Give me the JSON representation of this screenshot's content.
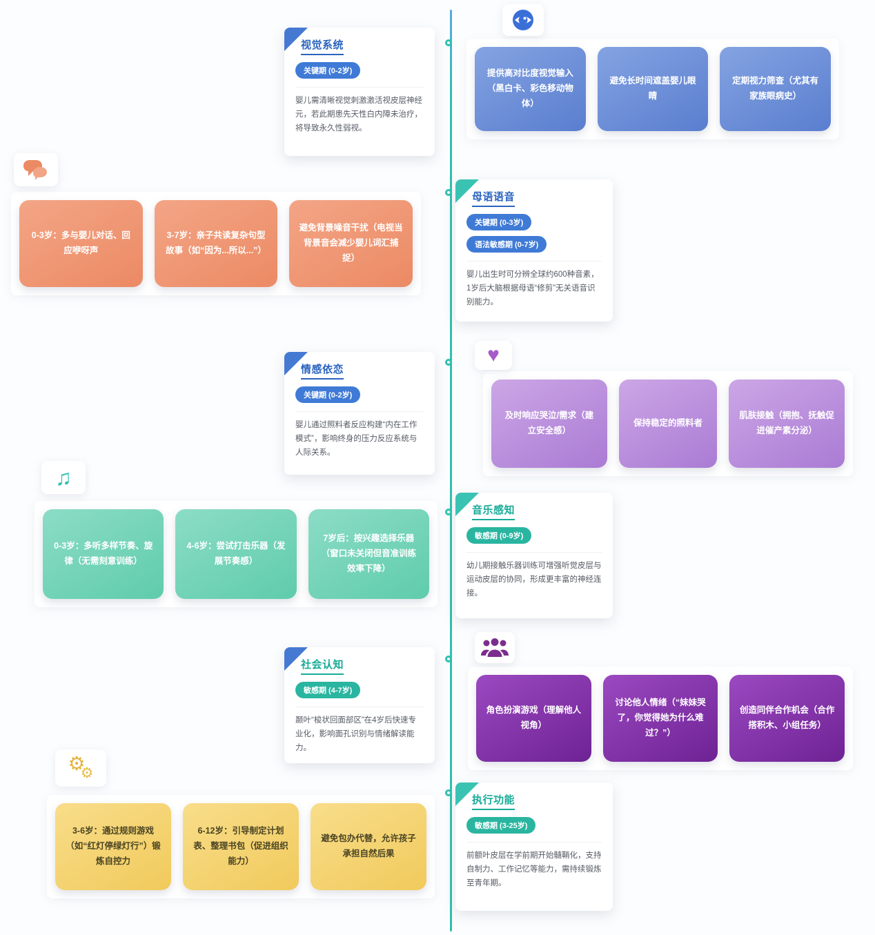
{
  "page": {
    "background": "#fcfdfe"
  },
  "timeline": {
    "line_color": "#2fc0af",
    "node_border_color": "#2fc0af"
  },
  "theme_colors": {
    "blue": "#3f7ad6",
    "teal": "#2ab5a0",
    "orange": "#ec8a64",
    "light_purple": "#aa7bd4",
    "dark_purple": "#7b2d8e",
    "yellow": "#f1ca5c"
  },
  "sections": [
    {
      "title": "视觉系统",
      "side": "left",
      "icon": "eye-icon",
      "badges": [
        {
          "label": "关键期 (0-2岁)",
          "color": "#3f7ad6"
        }
      ],
      "description": "婴儿需清晰视觉刺激激活视皮层神经元，若此期患先天性白内障未治疗，将导致永久性弱视。",
      "tips": [
        "提供高对比度视觉输入（黑白卡、彩色移动物体）",
        "避免长时间遮盖婴儿眼睛",
        "定期视力筛查（尤其有家族眼病史）"
      ]
    },
    {
      "title": "母语语音",
      "side": "right",
      "icon": "chat-bubbles-icon",
      "badges": [
        {
          "label": "关键期 (0-3岁)",
          "color": "#3f7ad6"
        },
        {
          "label": "语法敏感期 (0-7岁)",
          "color": "#3f7ad6"
        }
      ],
      "description": "婴儿出生时可分辨全球约600种音素，1岁后大脑根据母语“修剪”无关语音识别能力。",
      "tips": [
        "0-3岁：多与婴儿对话、回应咿呀声",
        "3-7岁：亲子共读复杂句型故事（如“因为...所以...”）",
        "避免背景噪音干扰（电视当背景音会减少婴儿词汇捕捉）"
      ]
    },
    {
      "title": "情感依恋",
      "side": "left",
      "icon": "heart-icon",
      "badges": [
        {
          "label": "关键期 (0-2岁)",
          "color": "#3f7ad6"
        }
      ],
      "description": "婴儿通过照料者反应构建“内在工作模式”，影响终身的压力反应系统与人际关系。",
      "tips": [
        "及时响应哭泣/需求（建立安全感）",
        "保持稳定的照料者",
        "肌肤接触（拥抱、抚触促进催产素分泌）"
      ]
    },
    {
      "title": "音乐感知",
      "side": "right",
      "icon": "music-note-icon",
      "badges": [
        {
          "label": "敏感期 (0-9岁)",
          "color": "#2ab5a0"
        }
      ],
      "description": "幼儿期接触乐器训练可增强听觉皮层与运动皮层的协同，形成更丰富的神经连接。",
      "tips": [
        "0-3岁：多听多样节奏、旋律（无需刻意训练）",
        "4-6岁：尝试打击乐器（发展节奏感）",
        "7岁后：按兴趣选择乐器（窗口未关闭但音准训练效率下降）"
      ]
    },
    {
      "title": "社会认知",
      "side": "left",
      "icon": "people-group-icon",
      "badges": [
        {
          "label": "敏感期 (4-7岁)",
          "color": "#2ab5a0"
        }
      ],
      "description": "颞叶“梭状回面部区”在4岁后快速专业化，影响面孔识别与情绪解读能力。",
      "tips": [
        "角色扮演游戏（理解他人视角）",
        "讨论他人情绪（“妹妹哭了，你觉得她为什么难过？”）",
        "创造同伴合作机会（合作搭积木、小组任务）"
      ]
    },
    {
      "title": "执行功能",
      "side": "right",
      "icon": "gears-icon",
      "badges": [
        {
          "label": "敏感期 (3-25岁)",
          "color": "#2ab5a0"
        }
      ],
      "description": "前额叶皮层在学前期开始髓鞘化，支持自制力、工作记忆等能力，需持续锻炼至青年期。",
      "tips": [
        "3-6岁：通过规则游戏（如“红灯停绿灯行”）锻炼自控力",
        "6-12岁：引导制定计划表、整理书包（促进组织能力）",
        "避免包办代替，允许孩子承担自然后果"
      ]
    }
  ]
}
